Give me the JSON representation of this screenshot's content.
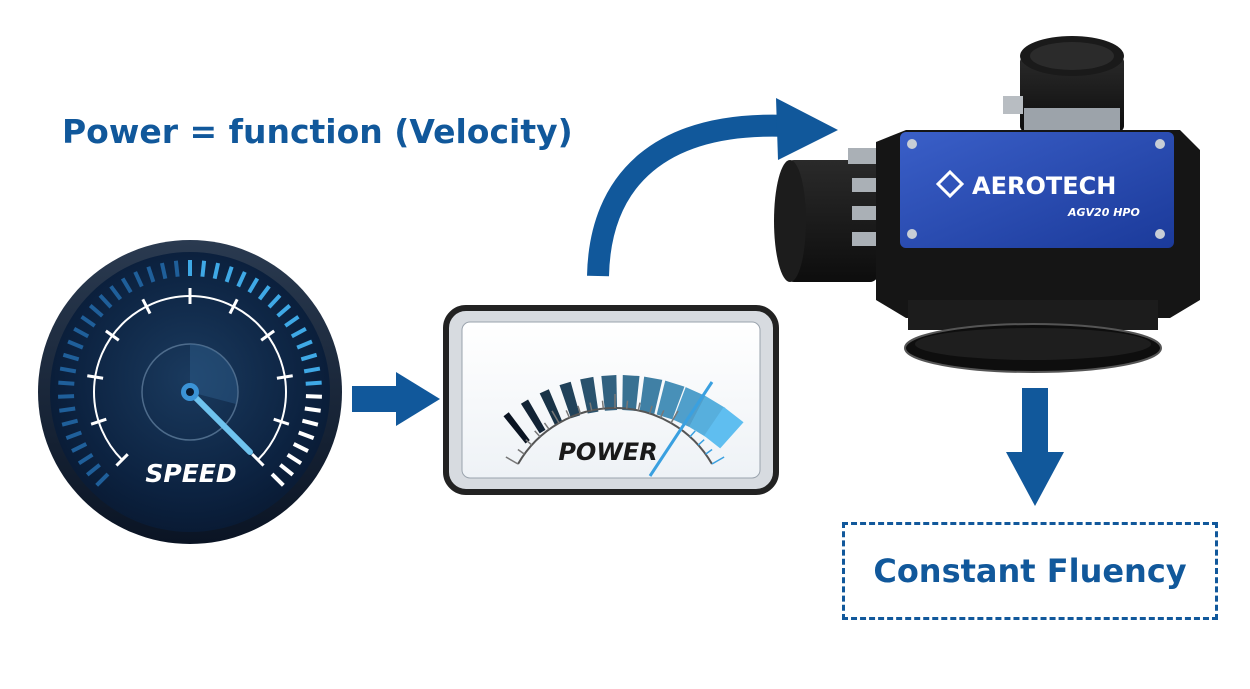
{
  "equation": "Power = function (Velocity)",
  "speedometer": {
    "label": "SPEED"
  },
  "power_meter": {
    "label": "POWER"
  },
  "scanner": {
    "brand": "AEROTECH",
    "model": "AGV20 HPO"
  },
  "result": {
    "label": "Constant Fluency"
  },
  "colors": {
    "accent": "#11589b",
    "cyan": "#4ab8ec",
    "dial_dark": "#0c1f3a"
  }
}
